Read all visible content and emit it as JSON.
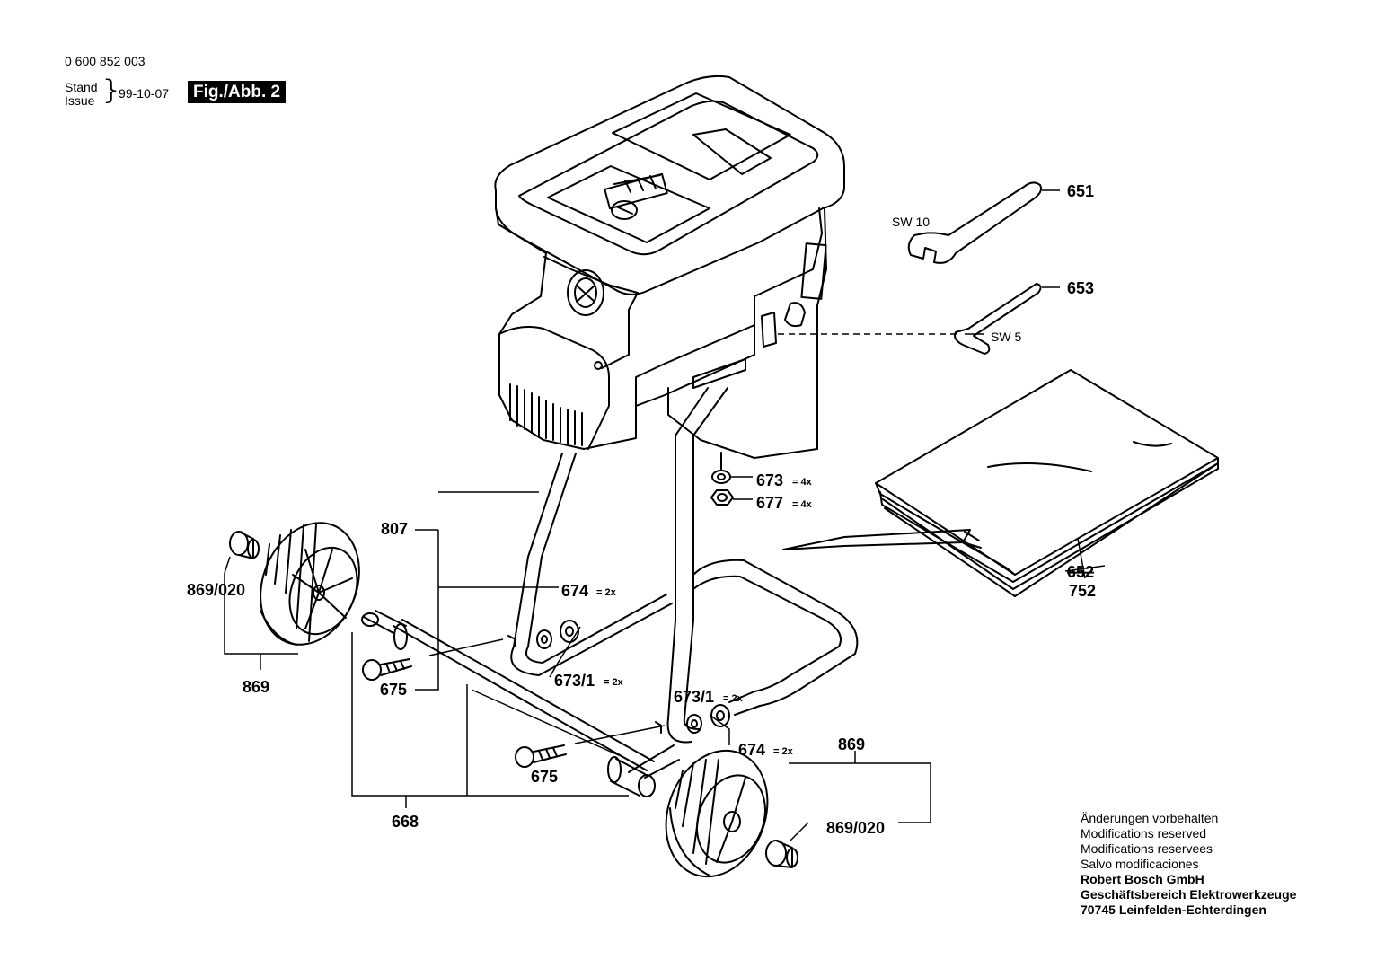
{
  "header": {
    "part_number": "0 600 852 003",
    "stand_label": "Stand",
    "issue_label": "Issue",
    "issue_date": "99-10-07",
    "figure_label": "Fig./Abb. 2"
  },
  "parts": {
    "p651": "651",
    "p653": "653",
    "sw10": "SW 10",
    "sw5": "SW 5",
    "p673": "673",
    "p673_qty": "= 4x",
    "p677": "677",
    "p677_qty": "= 4x",
    "p807": "807",
    "p674_left": "674",
    "p674_left_qty": "= 2x",
    "p673_1_left": "673/1",
    "p673_1_left_qty": "= 2x",
    "p673_1_right": "673/1",
    "p673_1_right_qty": "= 2x",
    "p674_right": "674",
    "p674_right_qty": "= 2x",
    "p869020_left": "869/020",
    "p869_left": "869",
    "p675_upper": "675",
    "p675_lower": "675",
    "p668": "668",
    "p869_right": "869",
    "p869020_right": "869/020",
    "p652": "652",
    "p752": "752"
  },
  "footer": {
    "line1": "Änderungen vorbehalten",
    "line2": "Modifications reserved",
    "line3": "Modifications reservees",
    "line4": "Salvo modificaciones",
    "company": "Robert Bosch GmbH",
    "division": "Geschäftsbereich Elektrowerkzeuge",
    "address": "70745 Leinfelden-Echterdingen"
  },
  "colors": {
    "ink": "#000000",
    "paper": "#ffffff"
  }
}
